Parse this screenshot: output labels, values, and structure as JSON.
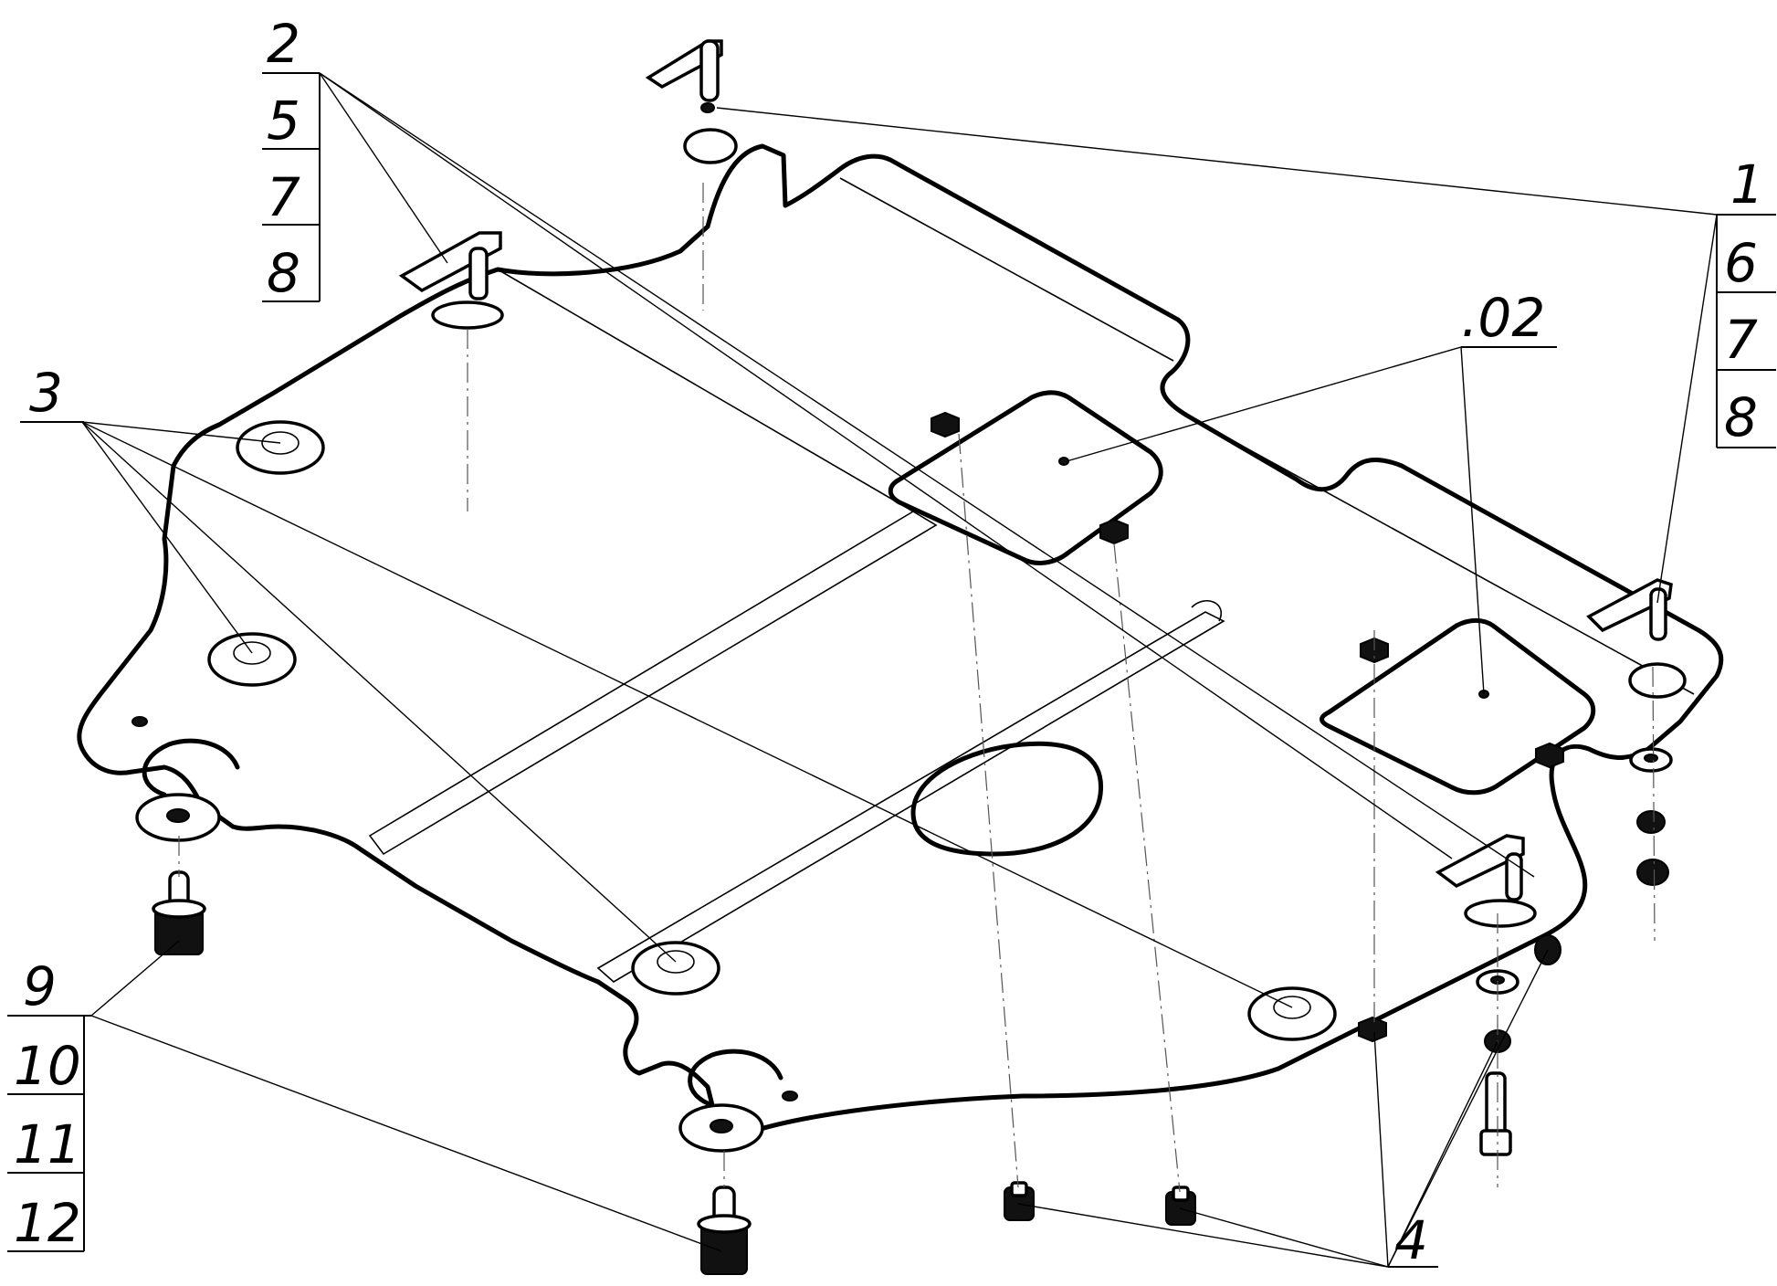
{
  "callouts": {
    "group_top_left": [
      "2",
      "5",
      "7",
      "8"
    ],
    "group_right": [
      "1",
      "6",
      "7",
      "8"
    ],
    "group_bottom_left": [
      "9",
      "10",
      "11",
      "12"
    ],
    "label_3": "3",
    "label_4": "4",
    "label_02": ".02"
  },
  "colors": {
    "line": "#000000",
    "background": "#ffffff"
  }
}
